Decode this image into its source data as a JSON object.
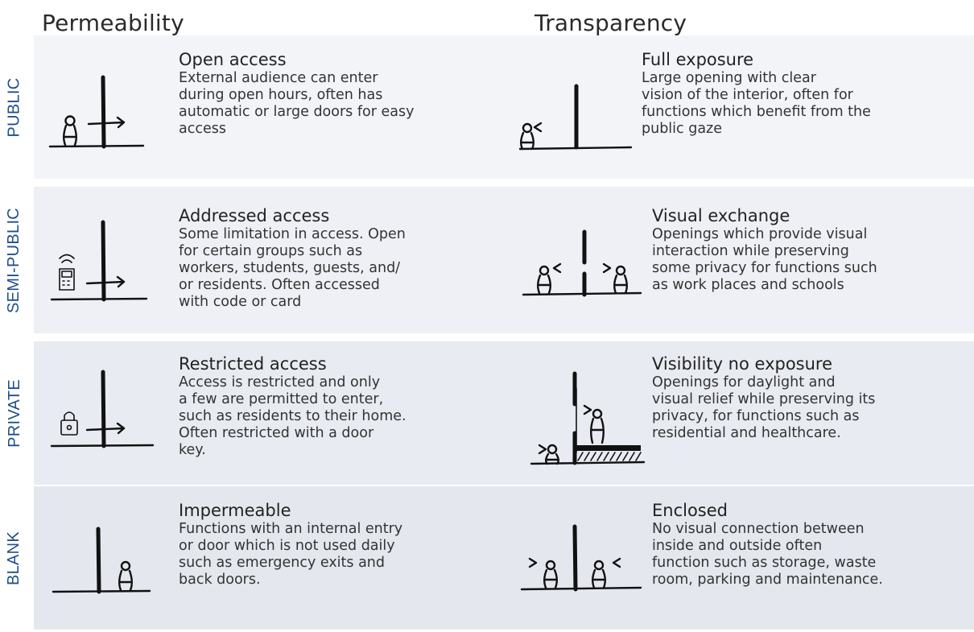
{
  "columns": {
    "permeability": "Permeability",
    "transparency": "Transparency"
  },
  "rows": [
    {
      "label": "PUBLIC",
      "permeability": {
        "title": "Open access",
        "lines": [
          "External audience can enter",
          "during open hours, often has",
          "automatic or large doors for easy",
          "access"
        ]
      },
      "transparency": {
        "title": "Full exposure",
        "lines": [
          "Large opening with clear",
          "vision of the interior, often for",
          "functions which benefit from the",
          "public gaze"
        ]
      }
    },
    {
      "label": "SEMI-PUBLIC",
      "permeability": {
        "title": "Addressed access",
        "lines": [
          "Some limitation in access. Open",
          "for certain groups such as",
          "workers, students, guests, and/",
          "or residents. Often accessed",
          "with code or card"
        ]
      },
      "transparency": {
        "title": "Visual exchange",
        "lines": [
          "Openings which provide visual",
          "interaction while preserving",
          "some privacy for functions such",
          "as work places and schools"
        ]
      }
    },
    {
      "label": "PRIVATE",
      "permeability": {
        "title": "Restricted access",
        "lines": [
          "Access is restricted and only",
          "a few are permitted to enter,",
          "such as residents to their home.",
          "Often restricted with a door",
          "key."
        ]
      },
      "transparency": {
        "title": "Visibility no exposure",
        "lines": [
          "Openings for daylight and",
          "visual relief while preserving its",
          "privacy, for functions such as",
          "residential and healthcare."
        ]
      }
    },
    {
      "label": "BLANK",
      "permeability": {
        "title": "Impermeable",
        "lines": [
          "Functions with an internal entry",
          "or door which is not used daily",
          "such as emergency exits and",
          "back doors."
        ]
      },
      "transparency": {
        "title": "Enclosed",
        "lines": [
          "No visual connection between",
          "inside and outside often",
          "function such as storage, waste",
          "room, parking and maintenance."
        ]
      }
    }
  ],
  "colors": {
    "band_bg": [
      "#f3f4f8",
      "#eef0f5",
      "#e9ebf2",
      "#e4e7ee"
    ],
    "row_label": "#1f4f8a"
  },
  "icons": {
    "public_permeability": "person-door-arrow-icon",
    "public_transparency": "person-looking-wall-icon",
    "semi_public_permeability": "card-reader-door-arrow-icon",
    "semi_public_transparency": "two-people-wall-gap-icon",
    "private_permeability": "padlock-door-arrow-icon",
    "private_transparency": "people-wall-window-icon",
    "blank_permeability": "wall-person-inside-icon",
    "blank_transparency": "wall-people-both-sides-icon"
  }
}
